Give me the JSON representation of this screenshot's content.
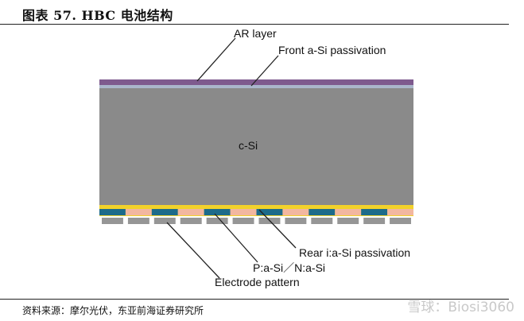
{
  "figure": {
    "title": "图表 57. HBC 电池结构",
    "source": "资料来源：摩尔光伏，东亚前海证券研究所",
    "watermark": "雪球：Biosi3060"
  },
  "diagram": {
    "labels": {
      "ar_layer": "AR layer",
      "front_passivation": "Front a-Si passivation",
      "bulk": "c-Si",
      "rear_passivation": "Rear i:a-Si passivation",
      "doped_regions": "P:a-Si／N:a-Si",
      "electrode": "Electrode pattern"
    },
    "colors": {
      "ar_layer": "#7e5a8e",
      "front_passivation": "#aab6cc",
      "bulk": "#8a8a8a",
      "rear_passivation": "#f2d22a",
      "p_region": "#f2b7a0",
      "n_region": "#1d6b8a",
      "electrode": "#969696"
    }
  }
}
